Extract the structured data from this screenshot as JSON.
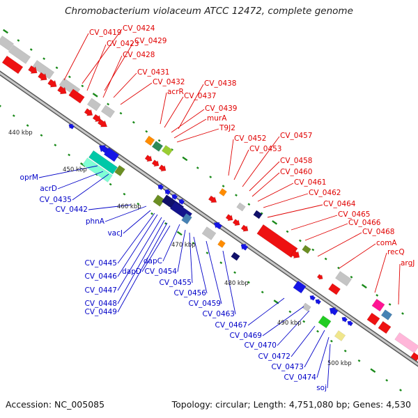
{
  "title": "Chromobacterium violaceum ATCC 12472, complete genome",
  "footer": {
    "accession": "Accession: NC_005085",
    "topology": "Topology: circular; Length: 4,751,080 bp; Genes: 4,530"
  },
  "colors": {
    "forward_label": "#e00000",
    "reverse_label": "#0000c8",
    "backbone": "#8a8a8a",
    "gc_ticks": "#1a8a1a"
  },
  "kbp_markers": [
    "440 kbp",
    "450 kbp",
    "460 kbp",
    "470 kbp",
    "480 kbp",
    "490 kbp",
    "500 kbp"
  ],
  "forward_labels": [
    "CV_0419",
    "CV_0424",
    "CV_0423",
    "CV_0429",
    "CV_0428",
    "CV_0431",
    "CV_0432",
    "acrR",
    "CV_0438",
    "CV_0437",
    "CV_0439",
    "murA",
    "T9J2",
    "CV_0452",
    "CV_0457",
    "CV_0453",
    "CV_0458",
    "CV_0460",
    "CV_0461",
    "CV_0462",
    "CV_0464",
    "CV_0465",
    "CV_0466",
    "CV_0468",
    "comA",
    "recQ",
    "argJ"
  ],
  "reverse_labels": [
    "oprM",
    "acrD",
    "CV_0435",
    "CV_0442",
    "phnA",
    "vacJ",
    "CV_0445",
    "CV_0446",
    "CV_0447",
    "CV_0448",
    "CV_0449",
    "dapD",
    "dapC",
    "CV_0454",
    "CV_0455",
    "CV_0456",
    "CV_0459",
    "CV_0463",
    "CV_0467",
    "CV_0469",
    "CV_0470",
    "CV_0472",
    "CV_0473",
    "CV_0474",
    "soj"
  ]
}
